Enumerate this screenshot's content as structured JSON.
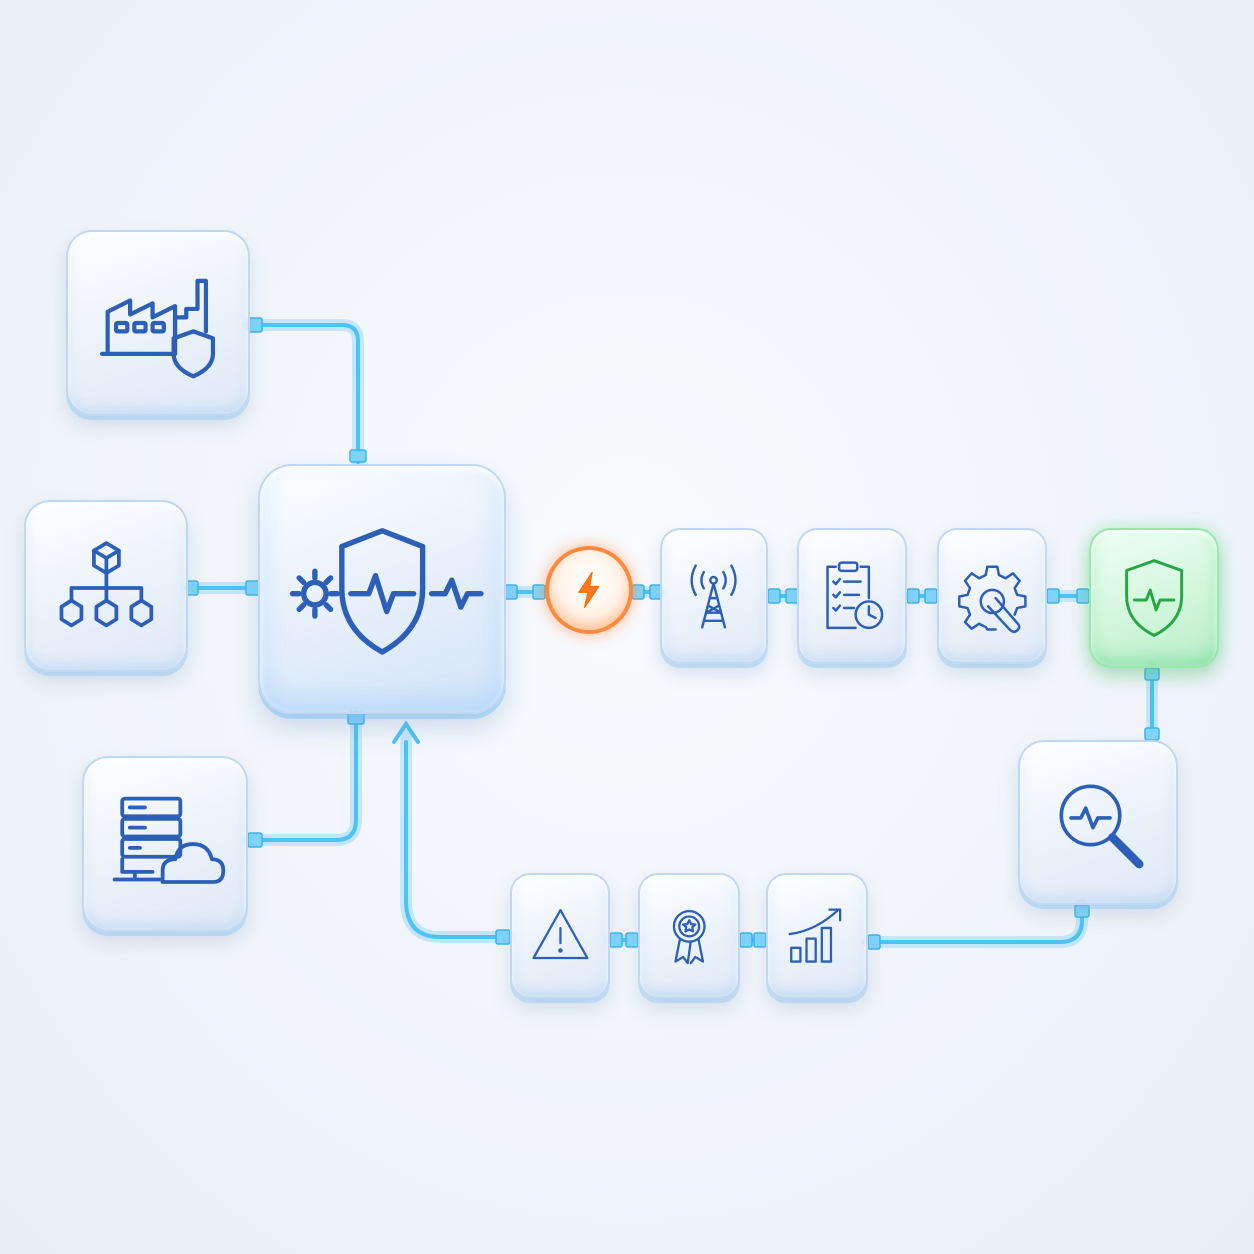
{
  "diagram": {
    "nodes": [
      {
        "id": "factory",
        "icon": "factory-shield-icon"
      },
      {
        "id": "hierarchy",
        "icon": "network-hierarchy-icon"
      },
      {
        "id": "server-cloud",
        "icon": "server-cloud-icon"
      },
      {
        "id": "hub",
        "icon": "shield-heartbeat-hub-icon"
      },
      {
        "id": "bolt",
        "icon": "lightning-bolt-icon"
      },
      {
        "id": "antenna",
        "icon": "antenna-tower-icon"
      },
      {
        "id": "checklist",
        "icon": "clipboard-clock-icon"
      },
      {
        "id": "maintenance",
        "icon": "gear-wrench-icon"
      },
      {
        "id": "secure",
        "icon": "green-shield-heartbeat-icon"
      },
      {
        "id": "inspect",
        "icon": "magnifier-heartbeat-icon"
      },
      {
        "id": "growth",
        "icon": "growth-chart-icon"
      },
      {
        "id": "award",
        "icon": "award-ribbon-icon"
      },
      {
        "id": "warning",
        "icon": "warning-triangle-icon"
      }
    ],
    "edges": [
      [
        "factory",
        "hub"
      ],
      [
        "hierarchy",
        "hub"
      ],
      [
        "server-cloud",
        "hub"
      ],
      [
        "hub",
        "bolt"
      ],
      [
        "bolt",
        "antenna"
      ],
      [
        "antenna",
        "checklist"
      ],
      [
        "checklist",
        "maintenance"
      ],
      [
        "maintenance",
        "secure"
      ],
      [
        "secure",
        "inspect"
      ],
      [
        "inspect",
        "growth"
      ],
      [
        "growth",
        "award"
      ],
      [
        "award",
        "warning"
      ],
      [
        "warning",
        "hub"
      ]
    ]
  },
  "colors": {
    "icon_stroke": "#2c5fb8",
    "connector": "#4cc3f4",
    "alert_accent": "#ff8a3d",
    "success_accent": "#24a845",
    "background": "#eef3f9"
  }
}
